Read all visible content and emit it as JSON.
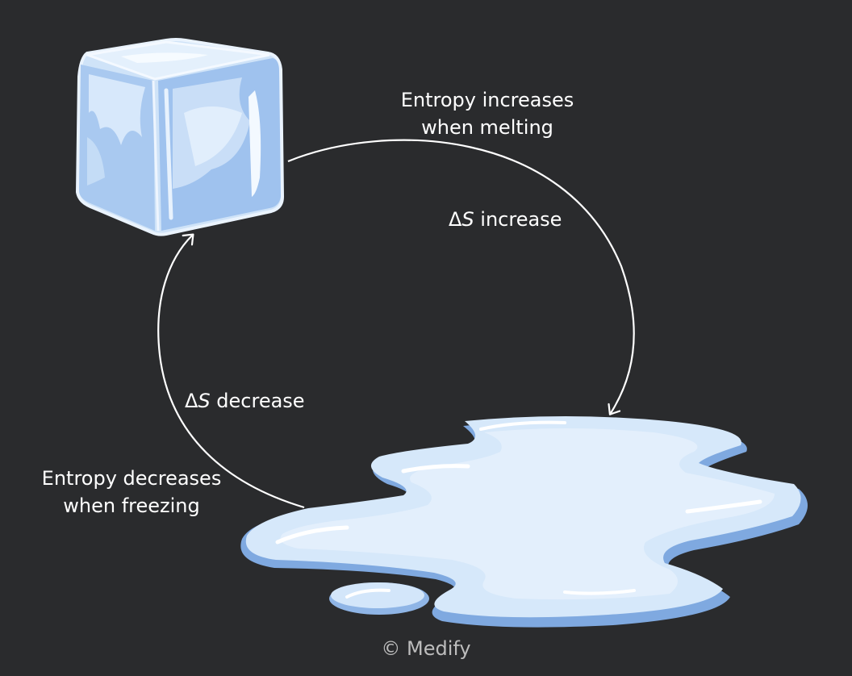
{
  "labels": {
    "melting_line1": "Entropy increases",
    "melting_line2": "when melting",
    "freezing_line1": "Entropy decreases",
    "freezing_line2": "when freezing",
    "increase_symbol": "Δ",
    "increase_var": "S",
    "increase_text": " increase",
    "decrease_symbol": "Δ",
    "decrease_var": "S",
    "decrease_text": " decrease"
  },
  "footer": {
    "copyright": "© Medify"
  },
  "colors": {
    "background": "#2a2b2d",
    "ice_light": "#dcebfb",
    "ice_mid": "#b9d5f5",
    "ice_dark": "#8fb7e8",
    "water_light": "#d6e8fa",
    "water_edge": "#7fa9e0",
    "arrow": "#ffffff"
  },
  "icons": [
    "ice-cube-icon",
    "water-puddle-icon",
    "arrow-icon"
  ]
}
